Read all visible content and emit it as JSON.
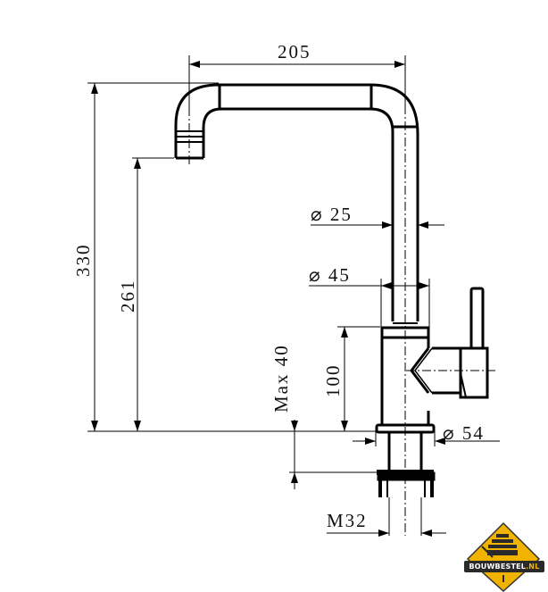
{
  "drawing": {
    "subject": "kitchen faucet technical drawing",
    "stroke_color": "#000000",
    "background": "#ffffff",
    "dimensions": {
      "spout_reach": "205",
      "total_height": "330",
      "spout_outlet_height": "261",
      "spout_tube_diameter": "⌀ 25",
      "body_upper_diameter": "⌀ 45",
      "body_height": "100",
      "max_countertop_thickness": "Max 40",
      "base_diameter": "⌀ 54",
      "thread": "M32"
    }
  },
  "watermark": {
    "brand": "BOUWBESTEL",
    "tld": ".NL",
    "badge_color": "#f0b400"
  }
}
